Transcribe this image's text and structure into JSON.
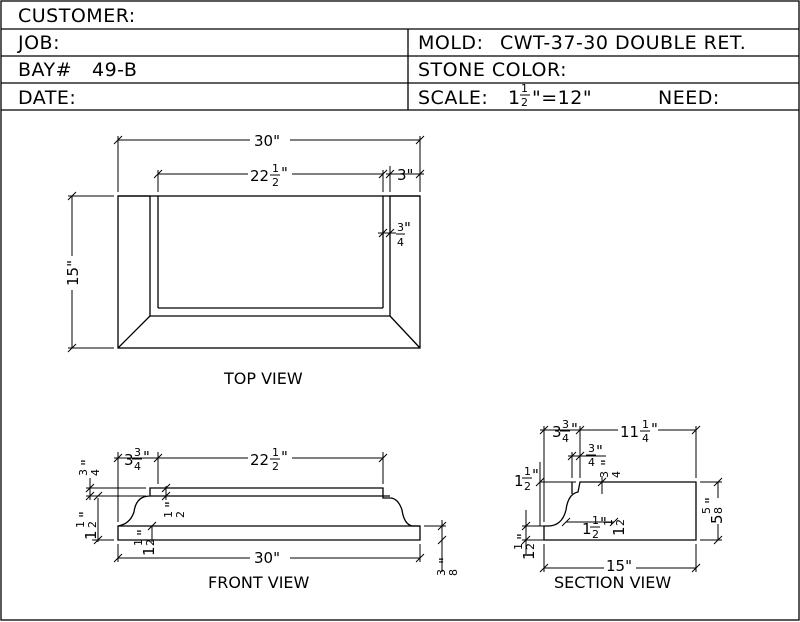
{
  "title_block": {
    "customer_label": "CUSTOMER:",
    "job_label": "JOB:",
    "mold_label": "MOLD:",
    "mold_value": "CWT-37-30 DOUBLE RET.",
    "bay_label": "BAY#",
    "bay_value": "49-B",
    "stone_color_label": "STONE COLOR:",
    "date_label": "DATE:",
    "scale_label": "SCALE:",
    "scale_whole": "1",
    "scale_num": "1",
    "scale_den": "2",
    "scale_rest": "\"=12\"",
    "need_label": "NEED:"
  },
  "top_view": {
    "label": "TOP VIEW",
    "width_dim": "30\"",
    "inner_dim_whole": "22",
    "inner_dim_num": "1",
    "inner_dim_den": "2",
    "inner_dim_unit": "\"",
    "rim_dim": "3\"",
    "lip_num": "3",
    "lip_den": "4",
    "lip_unit": "\"",
    "depth_dim": "15\""
  },
  "front_view": {
    "label": "FRONT VIEW",
    "width_dim": "30\"",
    "inner_dim_whole": "22",
    "inner_dim_num": "1",
    "inner_dim_den": "2",
    "inner_dim_unit": "\"",
    "offset_whole": "3",
    "offset_num": "3",
    "offset_den": "4",
    "offset_unit": "\"",
    "top_num": "3",
    "top_den": "4",
    "top_unit": "\"",
    "half_num": "1",
    "half_den": "2",
    "half_unit": "\"",
    "base_whole": "1",
    "base_num": "1",
    "base_den": "2",
    "base_unit": "\"",
    "foot_whole": "1",
    "foot_num": "1",
    "foot_den": "2",
    "foot_unit": "\"",
    "bottom_num": "3",
    "bottom_den": "8",
    "bottom_unit": "\""
  },
  "section_view": {
    "label": "SECTION VIEW",
    "width_dim": "15\"",
    "offset_whole": "3",
    "offset_num": "3",
    "offset_den": "4",
    "offset_unit": "\"",
    "top_whole": "11",
    "top_num": "1",
    "top_den": "4",
    "top_unit": "\"",
    "step_num": "3",
    "step_den": "4",
    "step_unit": "\"",
    "step2_num": "3",
    "step2_den": "4",
    "step2_unit": "\"",
    "left_whole": "1",
    "left_num": "1",
    "left_den": "2",
    "left_unit": "\"",
    "mid_whole": "1",
    "mid_num": "1",
    "mid_den": "2",
    "mid_unit": "\"",
    "mid2_whole": "1",
    "mid2_num": "1",
    "mid2_den": "2",
    "foot_whole": "1",
    "foot_num": "1",
    "foot_den": "2",
    "foot_unit": "\"",
    "height_whole": "5",
    "height_num": "5",
    "height_den": "8",
    "height_unit": "\""
  }
}
